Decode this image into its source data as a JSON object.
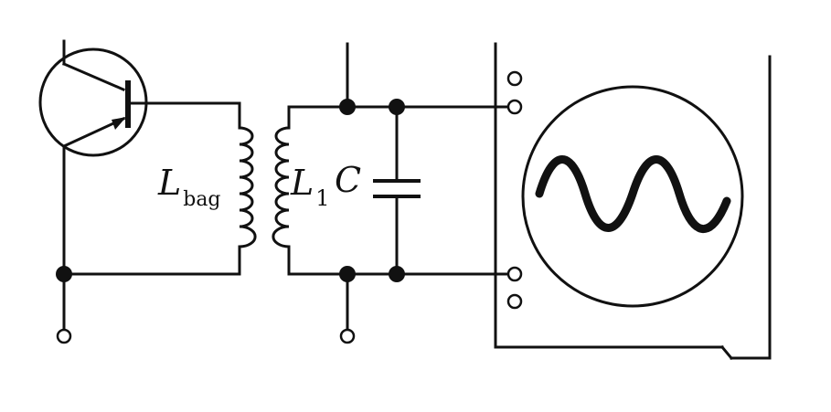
{
  "labels": {
    "lbag_main": "L",
    "lbag_sub": "bag",
    "l1_main": "L",
    "l1_sub": "1",
    "c": "C"
  },
  "icons": {
    "transistor": "transistor-icon",
    "coil": "inductor-coil-icon",
    "capacitor": "capacitor-icon",
    "oscilloscope": "oscilloscope-screen-icon",
    "sine": "sine-wave-icon",
    "terminal": "terminal-circle-icon"
  },
  "colors": {
    "ink": "#111111",
    "background": "#ffffff"
  }
}
